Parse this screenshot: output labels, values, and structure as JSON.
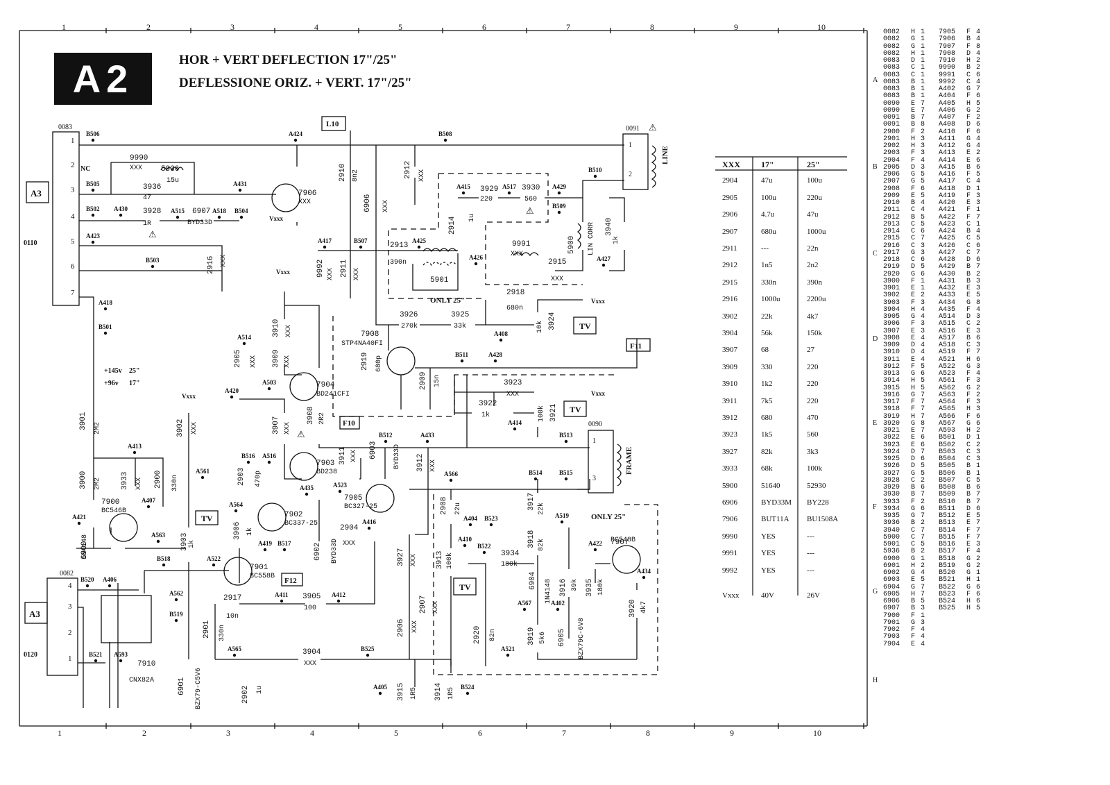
{
  "sheet": {
    "badge": "A2",
    "title_line1": "HOR + VERT DEFLECTION 17\"/25\"",
    "title_line2": "DEFLESSIONE ORIZ. + VERT. 17\"/25\"",
    "grid_columns": [
      "1",
      "2",
      "3",
      "4",
      "5",
      "6",
      "7",
      "8",
      "9",
      "10"
    ],
    "grid_rows": [
      "A",
      "B",
      "C",
      "D",
      "E",
      "F",
      "G",
      "H"
    ]
  },
  "connectors": {
    "c0083": {
      "ref": "0083",
      "pins": [
        "1",
        "2",
        "3",
        "4",
        "5",
        "6",
        "7"
      ],
      "nc": "NC",
      "link": "A3",
      "ground": "0110"
    },
    "c0082": {
      "ref": "0082",
      "pins": [
        "4",
        "3",
        "2",
        "1"
      ],
      "link": "A3",
      "ground": "0120"
    },
    "c0091": {
      "ref": "0091",
      "label": "LINE",
      "pins": [
        "1",
        "2"
      ]
    },
    "c0090": {
      "ref": "0090",
      "label": "FRAME",
      "pins": [
        "1",
        "3"
      ]
    }
  },
  "labels": {
    "L10": "L10",
    "F10": "F10",
    "F11": "F11",
    "F12": "F12",
    "only25a": "ONLY 25\"",
    "only25b": "ONLY 25\"",
    "tv": "TV",
    "vxxx": "Vxxx",
    "lincorr": "LIN CORR",
    "supply1": "+145v",
    "supply1b": "25\"",
    "supply2": "+96v",
    "supply2b": "17\"",
    "warn": "⚠"
  },
  "components": {
    "r3936": {
      "ref": "3936",
      "val": "47"
    },
    "r3928": {
      "ref": "3928",
      "val": "1R"
    },
    "d6907": {
      "ref": "6907",
      "val": "BYD33D"
    },
    "r9990": {
      "ref": "9990",
      "val": "XXX"
    },
    "l5936": {
      "ref": "5936",
      "val": "15u"
    },
    "c2916": {
      "ref": "2916",
      "val": "XXX"
    },
    "t7906": {
      "ref": "7906",
      "val": "XXX"
    },
    "c2910": {
      "ref": "2910",
      "val": "8n2"
    },
    "c2912": {
      "ref": "2912",
      "val": "XXX"
    },
    "d6906": {
      "ref": "6906",
      "val": "XXX"
    },
    "c2911": {
      "ref": "2911",
      "val": "XXX"
    },
    "c9992": {
      "ref": "9992",
      "val": "XXX"
    },
    "r3929": {
      "ref": "3929",
      "val": "220"
    },
    "r3930": {
      "ref": "3930",
      "val": "560"
    },
    "c2914": {
      "ref": "2914",
      "val": "1u"
    },
    "c2913": {
      "ref": "2913",
      "val": "390n"
    },
    "l5901": {
      "ref": "5901",
      "val": ""
    },
    "l9991": {
      "ref": "9991",
      "val": "XXX"
    },
    "c2915": {
      "ref": "2915",
      "val": "XXX"
    },
    "l5900": {
      "ref": "5900",
      "val": "LIN CORR"
    },
    "r3940": {
      "ref": "3940",
      "val": "1k"
    },
    "c2918": {
      "ref": "2918",
      "val": "680n"
    },
    "r3926": {
      "ref": "3926",
      "val": "270k"
    },
    "r3925": {
      "ref": "3925",
      "val": "33k"
    },
    "r3924": {
      "ref": "3924",
      "val": "10k"
    },
    "t7908": {
      "ref": "7908",
      "val": "STP4NA40FI"
    },
    "c2919": {
      "ref": "2919",
      "val": "680p"
    },
    "c2909": {
      "ref": "2909",
      "val": "15n"
    },
    "r3910": {
      "ref": "3910",
      "val": "XXX"
    },
    "r3909": {
      "ref": "3909",
      "val": "XXX"
    },
    "c2905": {
      "ref": "2905",
      "val": "XXX"
    },
    "t7904": {
      "ref": "7904",
      "val": "BD241CFI"
    },
    "r3907": {
      "ref": "3907",
      "val": "XXX"
    },
    "r3908": {
      "ref": "3908",
      "val": "2R2"
    },
    "t7903": {
      "ref": "7903",
      "val": "BD238"
    },
    "r3911": {
      "ref": "3911",
      "val": "XXX"
    },
    "d6903": {
      "ref": "6903",
      "val": "BYD33D"
    },
    "r3912": {
      "ref": "3912",
      "val": "XXX"
    },
    "c2903": {
      "ref": "2903",
      "val": "470p"
    },
    "t7902": {
      "ref": "7902",
      "val": "BC337-25"
    },
    "t7905": {
      "ref": "7905",
      "val": "BC327-25"
    },
    "c2904": {
      "ref": "2904",
      "val": "XXX"
    },
    "r3906": {
      "ref": "3906",
      "val": "1k"
    },
    "d6902": {
      "ref": "6902",
      "val": "BYD33D"
    },
    "t7901": {
      "ref": "7901",
      "val": "BC558B"
    },
    "r3923": {
      "ref": "3923",
      "val": "XXX"
    },
    "r3922": {
      "ref": "3922",
      "val": "1k"
    },
    "r3921": {
      "ref": "3921",
      "val": "100k"
    },
    "r3901": {
      "ref": "3901",
      "val": "2M2"
    },
    "r3900": {
      "ref": "3900",
      "val": "2M2"
    },
    "r3933": {
      "ref": "3933",
      "val": "XXX"
    },
    "c2900": {
      "ref": "2900",
      "val": "330n"
    },
    "r3902": {
      "ref": "3902",
      "val": "XXX"
    },
    "t7900": {
      "ref": "7900",
      "val": "BC546B"
    },
    "d6900": {
      "ref": "6900",
      "val": "1N4148"
    },
    "r3903": {
      "ref": "3903",
      "val": "1k"
    },
    "c2917": {
      "ref": "2917",
      "val": "10n"
    },
    "r3905": {
      "ref": "3905",
      "val": "100"
    },
    "c2901": {
      "ref": "2901",
      "val": "330n"
    },
    "r3904": {
      "ref": "3904",
      "val": "XXX"
    },
    "c2902": {
      "ref": "2902",
      "val": "1u"
    },
    "d6901": {
      "ref": "6901",
      "val": "BZX79-C5V6"
    },
    "u7910": {
      "ref": "7910",
      "val": "CNX82A"
    },
    "c2908": {
      "ref": "2908",
      "val": "22u"
    },
    "r3913": {
      "ref": "3913",
      "val": "100k"
    },
    "r3927": {
      "ref": "3927",
      "val": "XXX"
    },
    "c2906": {
      "ref": "2906",
      "val": "XXX"
    },
    "c2907": {
      "ref": "2907",
      "val": "XXX"
    },
    "r3915": {
      "ref": "3915",
      "val": "1R5"
    },
    "r3914": {
      "ref": "3914",
      "val": "1R5"
    },
    "r3934": {
      "ref": "3934",
      "val": "180k"
    },
    "r3917": {
      "ref": "3917",
      "val": "22k"
    },
    "r3918": {
      "ref": "3918",
      "val": "82k"
    },
    "d6904": {
      "ref": "6904",
      "val": "1N4148"
    },
    "r3916": {
      "ref": "3916",
      "val": "39k"
    },
    "r3935": {
      "ref": "3935",
      "val": "180k"
    },
    "t7907": {
      "ref": "7907",
      "val": "BC548B"
    },
    "r3920": {
      "ref": "3920",
      "val": "4k7"
    },
    "c2920": {
      "ref": "2920",
      "val": "82n"
    },
    "r3919": {
      "ref": "3919",
      "val": "5k6"
    },
    "d6905": {
      "ref": "6905",
      "val": "BZX79C-6V8"
    }
  },
  "nodes": {
    "B506": "B506",
    "B505": "B505",
    "B502": "B502",
    "A430": "A430",
    "A515": "A515",
    "A518": "A518",
    "B504": "B504",
    "A423": "A423",
    "B503": "B503",
    "A418": "A418",
    "B501": "B501",
    "A424": "A424",
    "A431": "A431",
    "B508": "B508",
    "B510": "B510",
    "A415": "A415",
    "A517": "A517",
    "A429": "A429",
    "B509": "B509",
    "A417": "A417",
    "B507": "B507",
    "A425": "A425",
    "A426": "A426",
    "A427": "A427",
    "A408": "A408",
    "B511": "B511",
    "A428": "A428",
    "A514": "A514",
    "A503": "A503",
    "A420": "A420",
    "B512": "B512",
    "A433": "A433",
    "A414": "A414",
    "B513": "B513",
    "B516": "B516",
    "A516": "A516",
    "A435": "A435",
    "A523": "A523",
    "A566": "A566",
    "A416": "A416",
    "A564": "A564",
    "A419": "A419",
    "B517": "B517",
    "A413": "A413",
    "A561": "A561",
    "A407": "A407",
    "A421": "A421",
    "A563": "A563",
    "B518": "B518",
    "A522": "A522",
    "B520": "B520",
    "A406": "A406",
    "A562": "A562",
    "B519": "B519",
    "A411": "A411",
    "A412": "A412",
    "A565": "A565",
    "B521": "B521",
    "A593": "A593",
    "B525": "B525",
    "A405": "A405",
    "B524": "B524",
    "B514": "B514",
    "B515": "B515",
    "A519": "A519",
    "A404": "A404",
    "B523": "B523",
    "A410": "A410",
    "B522": "B522",
    "A422": "A422",
    "A434": "A434",
    "A567": "A567",
    "A402": "A402",
    "A521": "A521"
  },
  "variant_table": {
    "headers": [
      "XXX",
      "17\"",
      "25\""
    ],
    "rows": [
      [
        "2904",
        "47u",
        "100u"
      ],
      [
        "2905",
        "100u",
        "220u"
      ],
      [
        "2906",
        "4.7u",
        "47u"
      ],
      [
        "2907",
        "680u",
        "1000u"
      ],
      [
        "2911",
        "---",
        "22n"
      ],
      [
        "2912",
        "1n5",
        "2n2"
      ],
      [
        "2915",
        "330n",
        "390n"
      ],
      [
        "2916",
        "1000u",
        "2200u"
      ],
      [
        "3902",
        "22k",
        "4k7"
      ],
      [
        "3904",
        "56k",
        "150k"
      ],
      [
        "3907",
        "68",
        "27"
      ],
      [
        "3909",
        "330",
        "220"
      ],
      [
        "3910",
        "1k2",
        "220"
      ],
      [
        "3911",
        "7k5",
        "220"
      ],
      [
        "3912",
        "680",
        "470"
      ],
      [
        "3923",
        "1k5",
        "560"
      ],
      [
        "3927",
        "82k",
        "3k3"
      ],
      [
        "3933",
        "68k",
        "100k"
      ],
      [
        "5900",
        "51640",
        "52930"
      ],
      [
        "6906",
        "BYD33M",
        "BY228"
      ],
      [
        "7906",
        "BUT11A",
        "BU1508A"
      ],
      [
        "9990",
        "YES",
        "---"
      ],
      [
        "9991",
        "YES",
        "---"
      ],
      [
        "9992",
        "YES",
        "---"
      ],
      [
        "Vxxx",
        "40V",
        "26V"
      ]
    ]
  },
  "xref_left": [
    [
      "0082",
      "H",
      "1"
    ],
    [
      "0082",
      "G",
      "1"
    ],
    [
      "0082",
      "G",
      "1"
    ],
    [
      "0082",
      "H",
      "1"
    ],
    [
      "0083",
      "D",
      "1"
    ],
    [
      "0083",
      "C",
      "1"
    ],
    [
      "0083",
      "C",
      "1"
    ],
    [
      "0083",
      "B",
      "1"
    ],
    [
      "0083",
      "B",
      "1"
    ],
    [
      "0083",
      "B",
      "1"
    ],
    [
      "0090",
      "E",
      "7"
    ],
    [
      "0090",
      "E",
      "7"
    ],
    [
      "0091",
      "B",
      "7"
    ],
    [
      "0091",
      "B",
      "8"
    ],
    [
      "2900",
      "F",
      "2"
    ],
    [
      "2901",
      "H",
      "3"
    ],
    [
      "2902",
      "H",
      "3"
    ],
    [
      "2903",
      "F",
      "3"
    ],
    [
      "2904",
      "F",
      "4"
    ],
    [
      "2905",
      "D",
      "3"
    ],
    [
      "2906",
      "G",
      "5"
    ],
    [
      "2907",
      "G",
      "5"
    ],
    [
      "2908",
      "F",
      "6"
    ],
    [
      "2909",
      "E",
      "5"
    ],
    [
      "2910",
      "B",
      "4"
    ],
    [
      "2911",
      "C",
      "4"
    ],
    [
      "2912",
      "B",
      "5"
    ],
    [
      "2913",
      "C",
      "5"
    ],
    [
      "2914",
      "C",
      "6"
    ],
    [
      "2915",
      "C",
      "7"
    ],
    [
      "2916",
      "C",
      "3"
    ],
    [
      "2917",
      "G",
      "3"
    ],
    [
      "2918",
      "C",
      "6"
    ],
    [
      "2919",
      "D",
      "5"
    ],
    [
      "2920",
      "G",
      "6"
    ],
    [
      "3900",
      "F",
      "1"
    ],
    [
      "3901",
      "E",
      "1"
    ],
    [
      "3902",
      "E",
      "2"
    ],
    [
      "3903",
      "F",
      "3"
    ],
    [
      "3904",
      "H",
      "4"
    ],
    [
      "3905",
      "G",
      "4"
    ],
    [
      "3906",
      "F",
      "3"
    ],
    [
      "3907",
      "E",
      "3"
    ],
    [
      "3908",
      "E",
      "4"
    ],
    [
      "3909",
      "D",
      "4"
    ],
    [
      "3910",
      "D",
      "4"
    ],
    [
      "3911",
      "E",
      "4"
    ],
    [
      "3912",
      "F",
      "5"
    ],
    [
      "3913",
      "G",
      "6"
    ],
    [
      "3914",
      "H",
      "5"
    ],
    [
      "3915",
      "H",
      "5"
    ],
    [
      "3916",
      "G",
      "7"
    ],
    [
      "3917",
      "F",
      "7"
    ],
    [
      "3918",
      "F",
      "7"
    ],
    [
      "3919",
      "H",
      "7"
    ],
    [
      "3920",
      "G",
      "8"
    ],
    [
      "3921",
      "E",
      "7"
    ],
    [
      "3922",
      "E",
      "6"
    ],
    [
      "3923",
      "E",
      "6"
    ],
    [
      "3924",
      "D",
      "7"
    ],
    [
      "3925",
      "D",
      "6"
    ],
    [
      "3926",
      "D",
      "5"
    ],
    [
      "3927",
      "G",
      "5"
    ],
    [
      "3928",
      "C",
      "2"
    ],
    [
      "3929",
      "B",
      "6"
    ],
    [
      "3930",
      "B",
      "7"
    ],
    [
      "3933",
      "F",
      "2"
    ],
    [
      "3934",
      "G",
      "6"
    ],
    [
      "3935",
      "G",
      "7"
    ],
    [
      "3936",
      "B",
      "2"
    ],
    [
      "3940",
      "C",
      "7"
    ],
    [
      "5900",
      "C",
      "7"
    ],
    [
      "5901",
      "C",
      "5"
    ],
    [
      "5936",
      "B",
      "2"
    ],
    [
      "6900",
      "G",
      "1"
    ],
    [
      "6901",
      "H",
      "2"
    ],
    [
      "6902",
      "G",
      "4"
    ],
    [
      "6903",
      "E",
      "5"
    ],
    [
      "6904",
      "G",
      "7"
    ],
    [
      "6905",
      "H",
      "7"
    ],
    [
      "6906",
      "B",
      "5"
    ],
    [
      "6907",
      "B",
      "3"
    ],
    [
      "7900",
      "F",
      "1"
    ],
    [
      "7901",
      "G",
      "3"
    ],
    [
      "7902",
      "F",
      "4"
    ],
    [
      "7903",
      "F",
      "4"
    ],
    [
      "7904",
      "E",
      "4"
    ]
  ],
  "xref_right": [
    [
      "7905",
      "F",
      "4"
    ],
    [
      "7906",
      "B",
      "4"
    ],
    [
      "7907",
      "F",
      "8"
    ],
    [
      "7908",
      "D",
      "4"
    ],
    [
      "7910",
      "H",
      "2"
    ],
    [
      "9990",
      "B",
      "2"
    ],
    [
      "9991",
      "C",
      "6"
    ],
    [
      "9992",
      "C",
      "4"
    ],
    [
      "A402",
      "G",
      "7"
    ],
    [
      "A404",
      "F",
      "6"
    ],
    [
      "A405",
      "H",
      "5"
    ],
    [
      "A406",
      "G",
      "2"
    ],
    [
      "A407",
      "F",
      "2"
    ],
    [
      "A408",
      "D",
      "6"
    ],
    [
      "A410",
      "F",
      "6"
    ],
    [
      "A411",
      "G",
      "4"
    ],
    [
      "A412",
      "G",
      "4"
    ],
    [
      "A413",
      "E",
      "2"
    ],
    [
      "A414",
      "E",
      "6"
    ],
    [
      "A415",
      "B",
      "6"
    ],
    [
      "A416",
      "F",
      "5"
    ],
    [
      "A417",
      "C",
      "4"
    ],
    [
      "A418",
      "D",
      "1"
    ],
    [
      "A419",
      "F",
      "3"
    ],
    [
      "A420",
      "E",
      "3"
    ],
    [
      "A421",
      "F",
      "1"
    ],
    [
      "A422",
      "F",
      "7"
    ],
    [
      "A423",
      "C",
      "1"
    ],
    [
      "A424",
      "B",
      "4"
    ],
    [
      "A425",
      "C",
      "5"
    ],
    [
      "A426",
      "C",
      "6"
    ],
    [
      "A427",
      "C",
      "7"
    ],
    [
      "A428",
      "D",
      "6"
    ],
    [
      "A429",
      "B",
      "7"
    ],
    [
      "A430",
      "B",
      "2"
    ],
    [
      "A431",
      "B",
      "3"
    ],
    [
      "A432",
      "E",
      "3"
    ],
    [
      "A433",
      "E",
      "5"
    ],
    [
      "A434",
      "G",
      "8"
    ],
    [
      "A435",
      "F",
      "4"
    ],
    [
      "A514",
      "D",
      "3"
    ],
    [
      "A515",
      "C",
      "2"
    ],
    [
      "A516",
      "E",
      "3"
    ],
    [
      "A517",
      "B",
      "6"
    ],
    [
      "A518",
      "C",
      "3"
    ],
    [
      "A519",
      "F",
      "7"
    ],
    [
      "A521",
      "H",
      "6"
    ],
    [
      "A522",
      "G",
      "3"
    ],
    [
      "A523",
      "F",
      "4"
    ],
    [
      "A561",
      "F",
      "3"
    ],
    [
      "A562",
      "G",
      "2"
    ],
    [
      "A563",
      "F",
      "2"
    ],
    [
      "A564",
      "F",
      "3"
    ],
    [
      "A565",
      "H",
      "3"
    ],
    [
      "A566",
      "F",
      "6"
    ],
    [
      "A567",
      "G",
      "6"
    ],
    [
      "A593",
      "H",
      "2"
    ],
    [
      "B501",
      "D",
      "1"
    ],
    [
      "B502",
      "C",
      "2"
    ],
    [
      "B503",
      "C",
      "3"
    ],
    [
      "B504",
      "C",
      "3"
    ],
    [
      "B505",
      "B",
      "1"
    ],
    [
      "B506",
      "B",
      "1"
    ],
    [
      "B507",
      "C",
      "5"
    ],
    [
      "B508",
      "B",
      "6"
    ],
    [
      "B509",
      "B",
      "7"
    ],
    [
      "B510",
      "B",
      "7"
    ],
    [
      "B511",
      "D",
      "6"
    ],
    [
      "B512",
      "E",
      "5"
    ],
    [
      "B513",
      "E",
      "7"
    ],
    [
      "B514",
      "F",
      "7"
    ],
    [
      "B515",
      "F",
      "7"
    ],
    [
      "B516",
      "E",
      "3"
    ],
    [
      "B517",
      "F",
      "4"
    ],
    [
      "B518",
      "G",
      "2"
    ],
    [
      "B519",
      "G",
      "2"
    ],
    [
      "B520",
      "G",
      "1"
    ],
    [
      "B521",
      "H",
      "1"
    ],
    [
      "B522",
      "G",
      "6"
    ],
    [
      "B523",
      "F",
      "6"
    ],
    [
      "B524",
      "H",
      "6"
    ],
    [
      "B525",
      "H",
      "5"
    ]
  ]
}
